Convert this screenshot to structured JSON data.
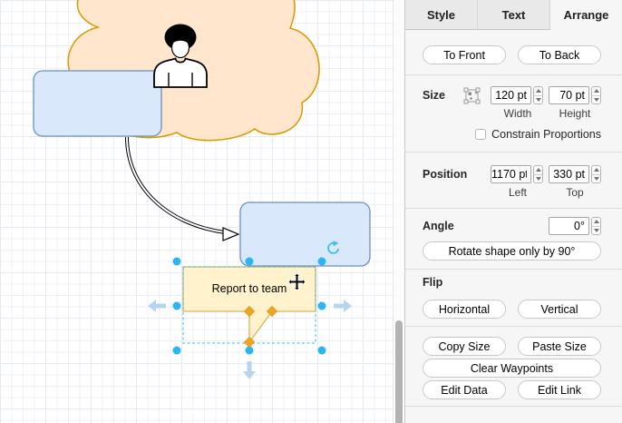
{
  "canvas": {
    "callout_label": "Report to team",
    "colors": {
      "cloud_fill": "#FFE6CC",
      "cloud_stroke": "#D79B00",
      "rect_fill": "#DAE8FC",
      "rect_stroke": "#6C8EBF",
      "callout_fill": "#FFF2CC",
      "callout_stroke": "#D6B656",
      "selection_handle": "#29B6F2",
      "control_handle": "#F2A225"
    }
  },
  "panel": {
    "tabs": [
      {
        "label": "Style"
      },
      {
        "label": "Text"
      },
      {
        "label": "Arrange"
      }
    ],
    "order": {
      "to_front": "To Front",
      "to_back": "To Back"
    },
    "size": {
      "label": "Size",
      "width_value": "120 pt",
      "width_label": "Width",
      "height_value": "70 pt",
      "height_label": "Height",
      "constrain_label": "Constrain Proportions"
    },
    "position": {
      "label": "Position",
      "left_value": "1170 pt",
      "left_label": "Left",
      "top_value": "330 pt",
      "top_label": "Top"
    },
    "angle": {
      "label": "Angle",
      "value": "0°",
      "rotate_button": "Rotate shape only by 90°"
    },
    "flip": {
      "label": "Flip",
      "horizontal": "Horizontal",
      "vertical": "Vertical"
    },
    "actions": {
      "copy_size": "Copy Size",
      "paste_size": "Paste Size",
      "clear_waypoints": "Clear Waypoints",
      "edit_data": "Edit Data",
      "edit_link": "Edit Link"
    }
  }
}
